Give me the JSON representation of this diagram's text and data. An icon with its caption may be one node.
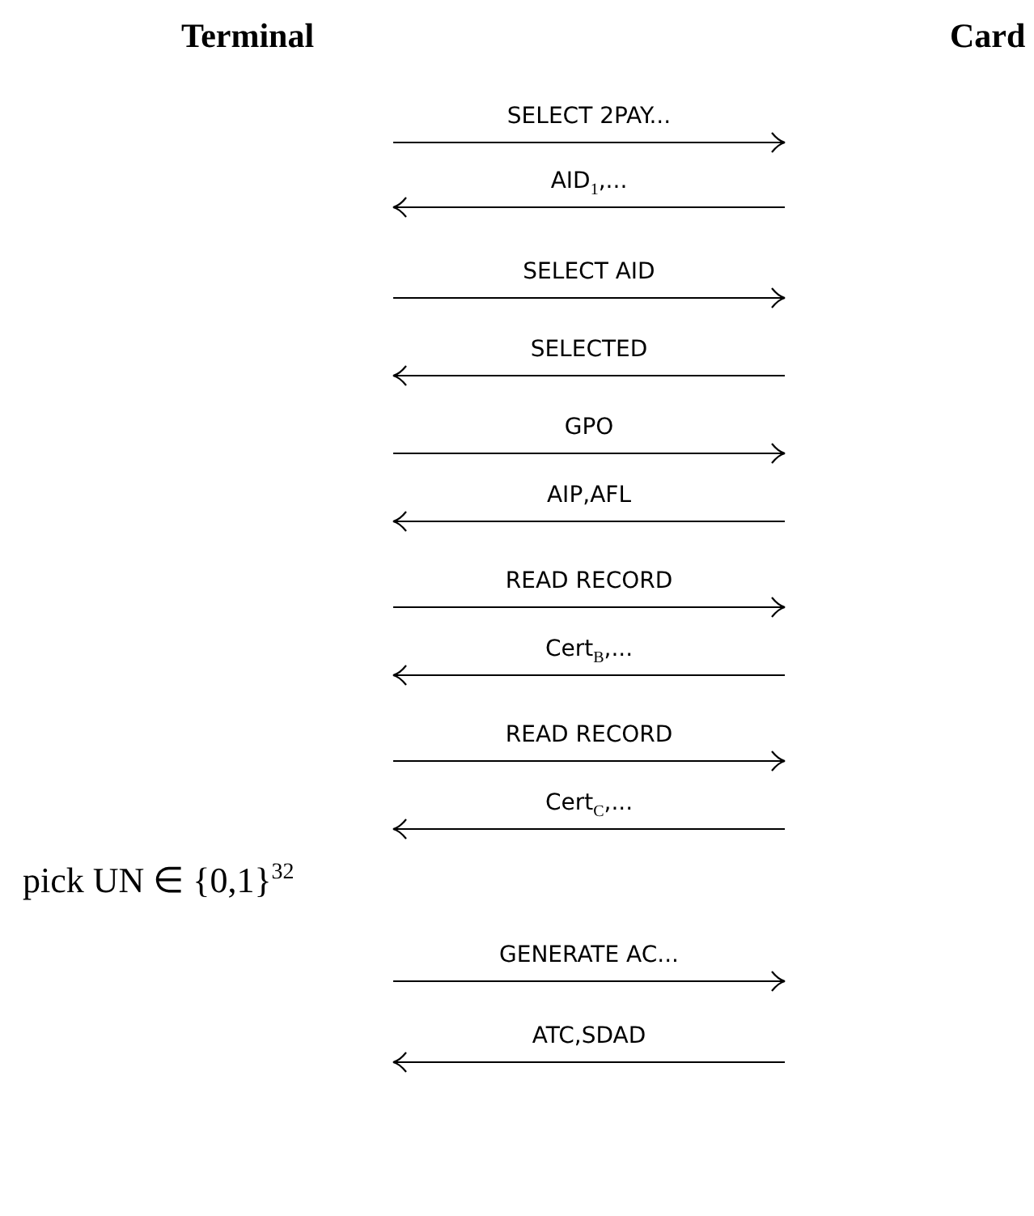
{
  "diagram": {
    "nodes": [
      {
        "text": [
          "Terminal"
        ]
      },
      {
        "text": [
          "Card"
        ]
      }
    ],
    "labels": [
      "SELECT 2PAY...",
      "AID$_{1}$,...",
      "SELECT AID",
      "SELECTED",
      "GPO",
      "AIP,AFL",
      "READ RECORD",
      "Cert$_{B}$,...",
      "READ RECORD",
      "Cert$_{C}$,...",
      "pick UN ∈ {0,1}$^{32}$",
      "GENERATE AC...",
      "ATC,SDAD"
    ]
  }
}
